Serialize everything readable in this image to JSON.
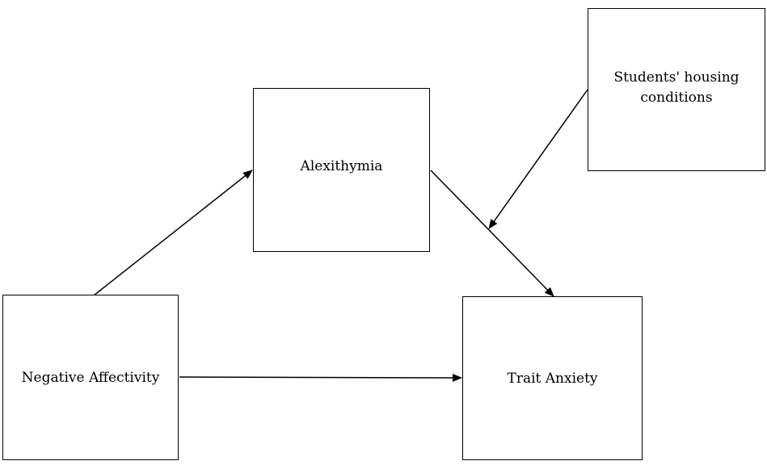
{
  "nodes": {
    "alexithymia": {
      "label": "Alexithymia"
    },
    "housing": {
      "label": "Students' housing conditions"
    },
    "negative_affectivity": {
      "label": "Negative Affectivity"
    },
    "trait_anxiety": {
      "label": "Trait Anxiety"
    }
  },
  "edges": [
    {
      "from": "Negative Affectivity",
      "to": "Alexithymia"
    },
    {
      "from": "Alexithymia",
      "to": "Trait Anxiety"
    },
    {
      "from": "Negative Affectivity",
      "to": "Trait Anxiety"
    },
    {
      "from": "Students' housing conditions",
      "to": "Alexithymia → Trait Anxiety path"
    }
  ],
  "colors": {
    "stroke": "#000000",
    "background": "#ffffff"
  }
}
